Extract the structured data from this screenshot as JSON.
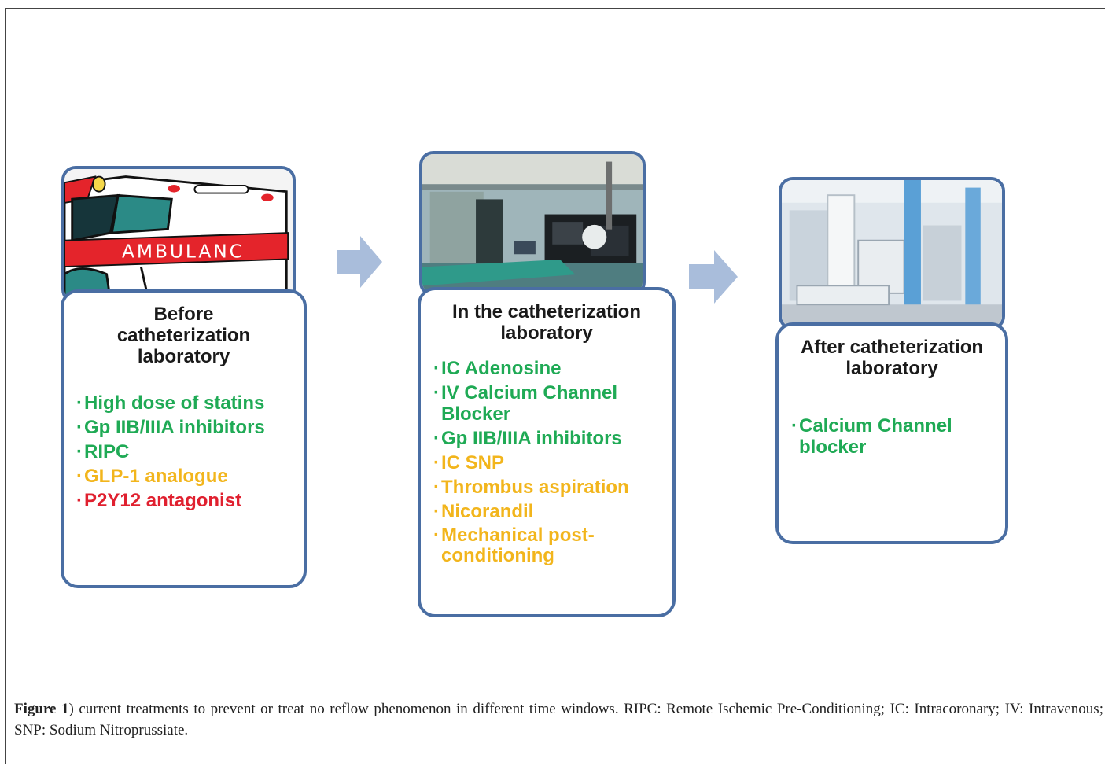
{
  "panels": [
    {
      "title": "Before catheterization laboratory",
      "items": [
        {
          "text": "High dose of statins",
          "color": "#1faa55"
        },
        {
          "text": "Gp IIB/IIIA inhibitors",
          "color": "#1faa55"
        },
        {
          "text": "RIPC",
          "color": "#1faa55"
        },
        {
          "text": "GLP-1 analogue",
          "color": "#f2b51c"
        },
        {
          "text": "P2Y12 antagonist",
          "color": "#e0202f"
        }
      ],
      "photo_text": "AMBULANC"
    },
    {
      "title": "In the catheterization laboratory",
      "items": [
        {
          "text": "IC Adenosine",
          "color": "#1faa55"
        },
        {
          "text": "IV Calcium Channel Blocker",
          "color": "#1faa55"
        },
        {
          "text": "Gp IIB/IIIA inhibitors",
          "color": "#1faa55"
        },
        {
          "text": "IC SNP",
          "color": "#f2b51c"
        },
        {
          "text": "Thrombus aspiration",
          "color": "#f2b51c"
        },
        {
          "text": "Nicorandil",
          "color": "#f2b51c"
        },
        {
          "text": "Mechanical post-conditioning",
          "color": "#f2b51c"
        }
      ]
    },
    {
      "title": "After catheterization laboratory",
      "items": [
        {
          "text": "Calcium Channel blocker",
          "color": "#1faa55"
        }
      ]
    }
  ],
  "caption": {
    "label": "Figure 1",
    "text": ") current treatments to prevent or treat no reflow phenomenon in different time windows. RIPC: Remote Ischemic Pre-Conditioning; IC: Intracoronary; IV: Intravenous; SNP: Sodium Nitroprussiate."
  },
  "colors": {
    "border": "#4a6ea3",
    "arrow": "#a9bddb",
    "green": "#1faa55",
    "yellow": "#f2b51c",
    "red": "#e0202f"
  }
}
